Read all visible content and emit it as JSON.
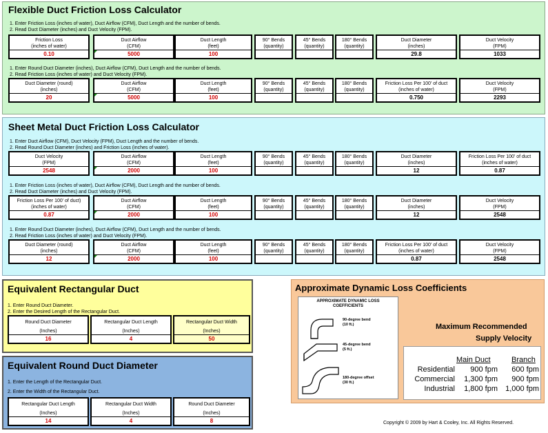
{
  "flexible": {
    "title": "Flexible Duct Friction Loss Calculator",
    "c1": {
      "instr1": "1. Enter Friction Loss (inches of water), Duct Airflow (CFM), Duct Length  and the number of bends.",
      "instr2": "2. Read Duct Diameter (inches) and Duct Velocity (FPM).",
      "boxes": [
        {
          "h1": "Friction Loss",
          "h2": "(inches of water)",
          "v": "0.10"
        },
        {
          "h1": "Duct Airflow",
          "h2": "(CFM)",
          "v": "5000"
        },
        {
          "h1": "Duct Length",
          "h2": "(feet)",
          "v": "100"
        },
        {
          "h1": "90° Bends",
          "h2": "(quantity)",
          "v": ""
        },
        {
          "h1": "45° Bends",
          "h2": "(quantity)",
          "v": ""
        },
        {
          "h1": "180° Bends",
          "h2": "(quantity)",
          "v": ""
        },
        {
          "h1": "Duct Diameter",
          "h2": "(inches)",
          "v": "29.8"
        },
        {
          "h1": "Duct Velocity",
          "h2": "(FPM)",
          "v": "1033"
        }
      ]
    },
    "c2": {
      "instr1": "1. Enter Round Duct Diameter (inches), Duct Airflow (CFM), Duct Length and the number of bends.",
      "instr2": "2. Read Friction Loss (inches of water) and Duct Velocity (FPM).",
      "boxes": [
        {
          "h1": "Duct Diameter (round)",
          "h2": "(inches)",
          "v": "20"
        },
        {
          "h1": "Duct Airflow",
          "h2": "(CFM)",
          "v": "5000"
        },
        {
          "h1": "Duct Length",
          "h2": "(feet)",
          "v": "100"
        },
        {
          "h1": "90° Bends",
          "h2": "(quantity)",
          "v": ""
        },
        {
          "h1": "45° Bends",
          "h2": "(quantity)",
          "v": ""
        },
        {
          "h1": "180° Bends",
          "h2": "(quantity)",
          "v": ""
        },
        {
          "h1": "Friction Loss Per 100' of duct",
          "h2": "(inches of water)",
          "v": "0.750"
        },
        {
          "h1": "Duct Velocity",
          "h2": "(FPM)",
          "v": "2293"
        }
      ]
    }
  },
  "sheet": {
    "title": "Sheet Metal Duct Friction Loss Calculator",
    "c1": {
      "instr1": "1. Enter Duct Airflow (CFM), Duct Velocity (FPM), Duct Length and the number of bends.",
      "instr2": "2. Read Round Duct Diameter (inches) and Friction Loss (inches of water).",
      "boxes": [
        {
          "h1": "Duct Velocity",
          "h2": "(FPM)",
          "v": "2548"
        },
        {
          "h1": "Duct Airflow",
          "h2": "(CFM)",
          "v": "2000"
        },
        {
          "h1": "Duct Length",
          "h2": "(feet)",
          "v": "100"
        },
        {
          "h1": "90° Bends",
          "h2": "(quantity)",
          "v": ""
        },
        {
          "h1": "45° Bends",
          "h2": "(quantity)",
          "v": ""
        },
        {
          "h1": "180° Bends",
          "h2": "(quantity)",
          "v": ""
        },
        {
          "h1": "Duct Diameter",
          "h2": "(inches)",
          "v": "12"
        },
        {
          "h1": "Friction Loss Per 100' of duct",
          "h2": "(inches of water)",
          "v": "0.87"
        }
      ]
    },
    "c2": {
      "instr1": "1. Enter Friction Loss (inches of water), Duct Airflow (CFM), Duct Length  and the number of bends.",
      "instr2": "2. Read Duct Diameter (inches) and Duct Velocity (FPM).",
      "boxes": [
        {
          "h1": "Friction Loss Per 100' of duct)",
          "h2": "(inches of water)",
          "v": "0.87"
        },
        {
          "h1": "Duct Airflow",
          "h2": "(CFM)",
          "v": "2000"
        },
        {
          "h1": "Duct Length",
          "h2": "(feet)",
          "v": "100"
        },
        {
          "h1": "90° Bends",
          "h2": "(quantity)",
          "v": ""
        },
        {
          "h1": "45° Bends",
          "h2": "(quantity)",
          "v": ""
        },
        {
          "h1": "180° Bends",
          "h2": "(quantity)",
          "v": ""
        },
        {
          "h1": "Duct Diameter",
          "h2": "(inches)",
          "v": "12"
        },
        {
          "h1": "Duct Velocity",
          "h2": "(FPM)",
          "v": "2548"
        }
      ]
    },
    "c3": {
      "instr1": "1. Enter Round Duct Diameter (inches), Duct Airflow (CFM), Duct Length and the number of bends.",
      "instr2": "2. Read Friction Loss (inches of water) and Duct Velocity (FPM).",
      "boxes": [
        {
          "h1": "Duct Diameter (round)",
          "h2": "(inches)",
          "v": "12"
        },
        {
          "h1": "Duct Airflow",
          "h2": "(CFM)",
          "v": "2000"
        },
        {
          "h1": "Duct Length",
          "h2": "(feet)",
          "v": "100"
        },
        {
          "h1": "90° Bends",
          "h2": "(quantity)",
          "v": ""
        },
        {
          "h1": "45° Bends",
          "h2": "(quantity)",
          "v": ""
        },
        {
          "h1": "180° Bends",
          "h2": "(quantity)",
          "v": ""
        },
        {
          "h1": "Friction Loss Per 100' of duct",
          "h2": "(inches of water)",
          "v": "0.87"
        },
        {
          "h1": "Duct Velocity",
          "h2": "(FPM)",
          "v": "2548"
        }
      ]
    }
  },
  "rect": {
    "title": "Equivalent Rectangular Duct",
    "instr1": "1. Enter Round Duct Diameter.",
    "instr2": "2. Enter the Desired Length of the Rectangular Duct.",
    "boxes": [
      {
        "h1": "Round Duct Diameter",
        "h2": "(Inches)",
        "v": "16"
      },
      {
        "h1": "Rectangular Duct Length",
        "h2": "(Inches)",
        "v": "4"
      },
      {
        "h1": "Rectangular Duct Width",
        "h2": "(Inches)",
        "v": "50"
      }
    ]
  },
  "round": {
    "title": "Equivalent Round Duct Diameter",
    "instr1": "1. Enter the Length of the Rectangular Duct.",
    "instr2": "2. Enter the Width of the Rectangular Duct.",
    "boxes": [
      {
        "h1": "Rectangular Duct Length",
        "h2": "(Inches)",
        "v": "14"
      },
      {
        "h1": "Rectangular Duct Width",
        "h2": "(Inches)",
        "v": "4"
      },
      {
        "h1": "Round Duct Diameter",
        "h2": "(Inches)",
        "v": "8"
      }
    ]
  },
  "coef": {
    "title": "Approximate Dynamic Loss Coefficients",
    "img_title1": "APPROXIMATE DYNAMIC LOSS",
    "img_title2": "COEFFICIENTS",
    "bend90": "90-degree bend",
    "bend90_v": "(10 ft.)",
    "bend45": "45-degree bend",
    "bend45_v": "(5 ft.)",
    "bend180": "180-degree offset",
    "bend180_v": "(30 ft.)",
    "vel_title1": "Maximum Recommended",
    "vel_title2": "Supply Velocity",
    "col_main": "Main Duct",
    "col_branch": "Branch",
    "rows": [
      {
        "label": "Residential",
        "main": "900 fpm",
        "branch": "600 fpm"
      },
      {
        "label": "Commercial",
        "main": "1,300 fpm",
        "branch": "900 fpm"
      },
      {
        "label": "Industrial",
        "main": "1,800 fpm",
        "branch": "1,000 fpm"
      }
    ]
  },
  "copyright": "Copyright © 2009 by Hart & Cooley, Inc.  All Rights Reserved.",
  "colors": {
    "green": "#ccf5cc",
    "cyan": "#ccf7fb",
    "yellow": "#ffff9c",
    "blue": "#8cb4e0",
    "orange": "#f9c89a",
    "value_red": "#d00000"
  }
}
